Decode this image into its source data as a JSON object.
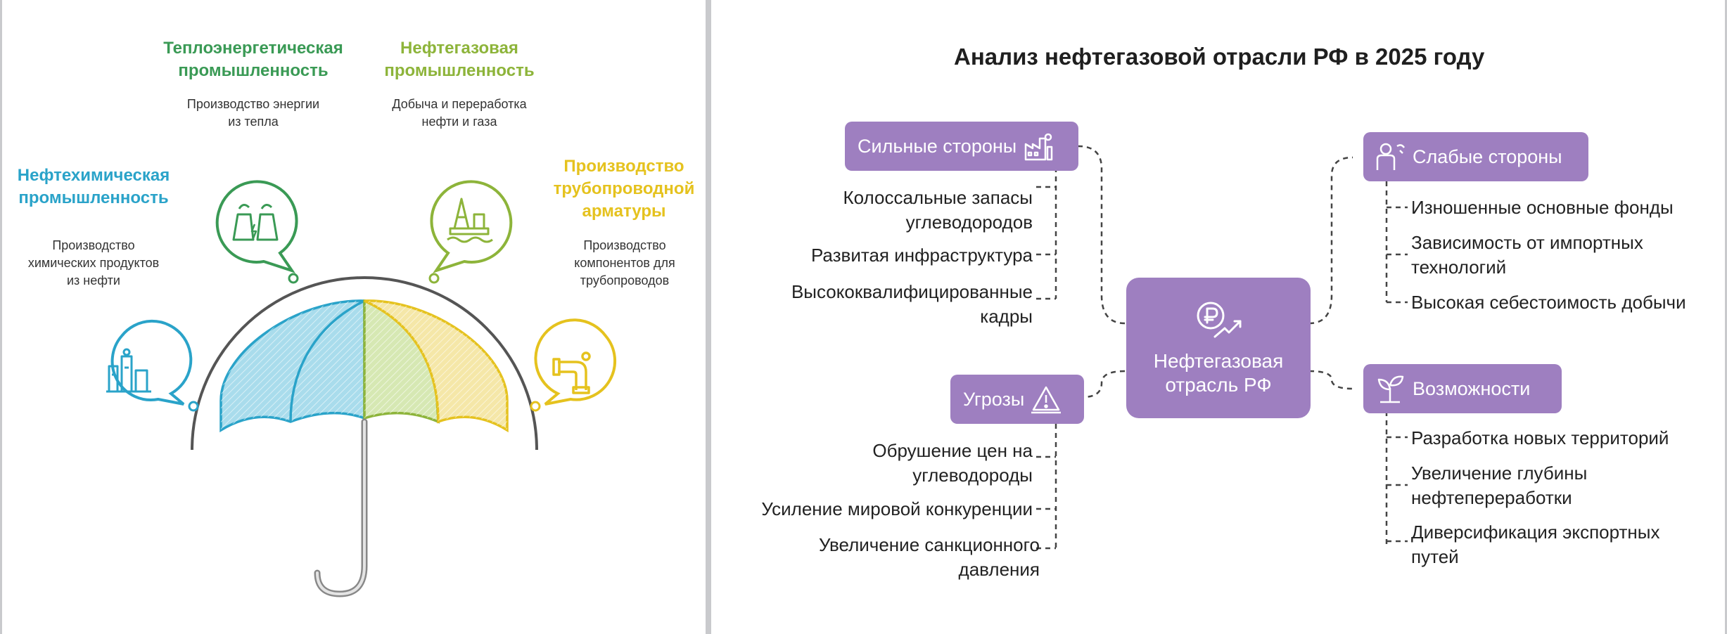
{
  "left_panel": {
    "categories": [
      {
        "title": "Нефтехимическая\nпромышленность",
        "desc": "Производство\nхимических продуктов\nиз нефти",
        "color": "#2aa3c9",
        "icon": "refinery-icon"
      },
      {
        "title": "Теплоэнергетическая\nпромышленность",
        "desc": "Производство энергии\nиз тепла",
        "color": "#3a9a55",
        "icon": "power-plant-icon"
      },
      {
        "title": "Нефтегазовая\nпромышленность",
        "desc": "Добыча и переработка\nнефти и газа",
        "color": "#8db43a",
        "icon": "oil-rig-icon"
      },
      {
        "title": "Производство\nтрубопроводной\nарматуры",
        "desc": "Производство\nкомпонентов для\nтрубопроводов",
        "color": "#e5c21e",
        "icon": "pipe-fitting-icon"
      }
    ]
  },
  "right_panel": {
    "title": "Анализ нефтегазовой отрасли РФ в 2025 году",
    "center": {
      "label": "Нефтегазовая\nотрасль РФ",
      "icon": "ruble-growth-icon"
    },
    "strengths": {
      "label": "Сильные стороны",
      "icon": "factory-icon",
      "items": [
        "Колоссальные запасы\nуглеводородов",
        "Развитая инфраструктура",
        "Высококвалифицированные\nкадры"
      ]
    },
    "weaknesses": {
      "label": "Слабые стороны",
      "icon": "worried-person-icon",
      "items": [
        "Изношенные основные фонды",
        "Зависимость от импортных\nтехнологий",
        "Высокая себестоимость добычи"
      ]
    },
    "threats": {
      "label": "Угрозы",
      "icon": "warning-icon",
      "items": [
        "Обрушение цен на\nуглеводороды",
        "Усиление мировой конкуренции",
        "Увеличение санкционного\nдавления"
      ]
    },
    "opportunities": {
      "label": "Возможности",
      "icon": "sprout-icon",
      "items": [
        "Разработка новых территорий",
        "Увеличение глубины\nнефтепереработки",
        "Диверсификация экспортных\nпутей"
      ]
    },
    "accent_color": "#9e7fc0"
  }
}
